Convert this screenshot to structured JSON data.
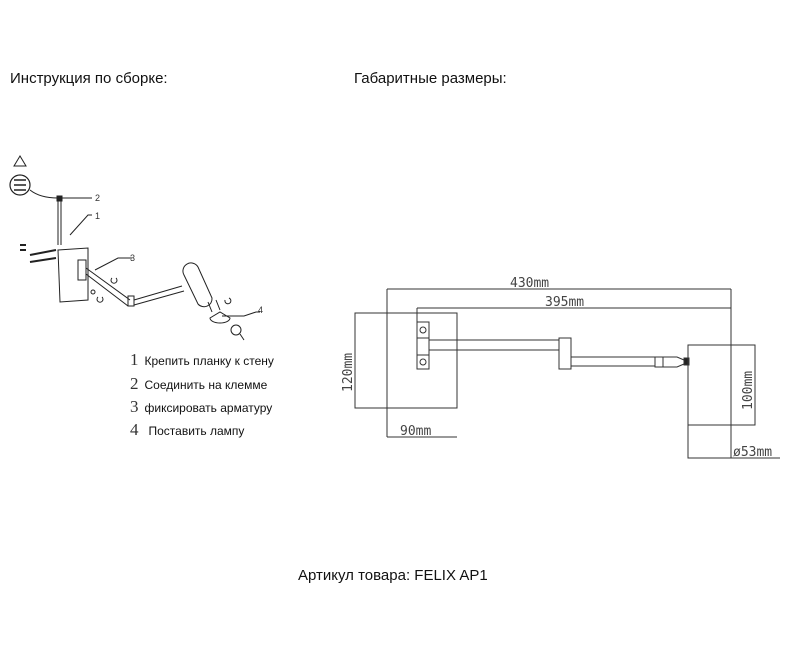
{
  "assembly_title": "Инструкция по сборке:",
  "dimensions_title": "Габаритные размеры:",
  "steps": [
    {
      "num": "1",
      "text": "Крепить планку к стену"
    },
    {
      "num": "2",
      "text": "Соединить на клемме"
    },
    {
      "num": "3",
      "text": "фиксировать арматуру"
    },
    {
      "num": "4",
      "text": "Поставить лампу"
    }
  ],
  "callouts": [
    "1",
    "2",
    "3",
    "4"
  ],
  "dims": {
    "total_length": "430mm",
    "arm_length": "395mm",
    "plate_height": "120mm",
    "plate_width": "90mm",
    "shade_height": "100mm",
    "shade_diameter": "ø53mm"
  },
  "article": "Артикул товара: FELIX AP1"
}
